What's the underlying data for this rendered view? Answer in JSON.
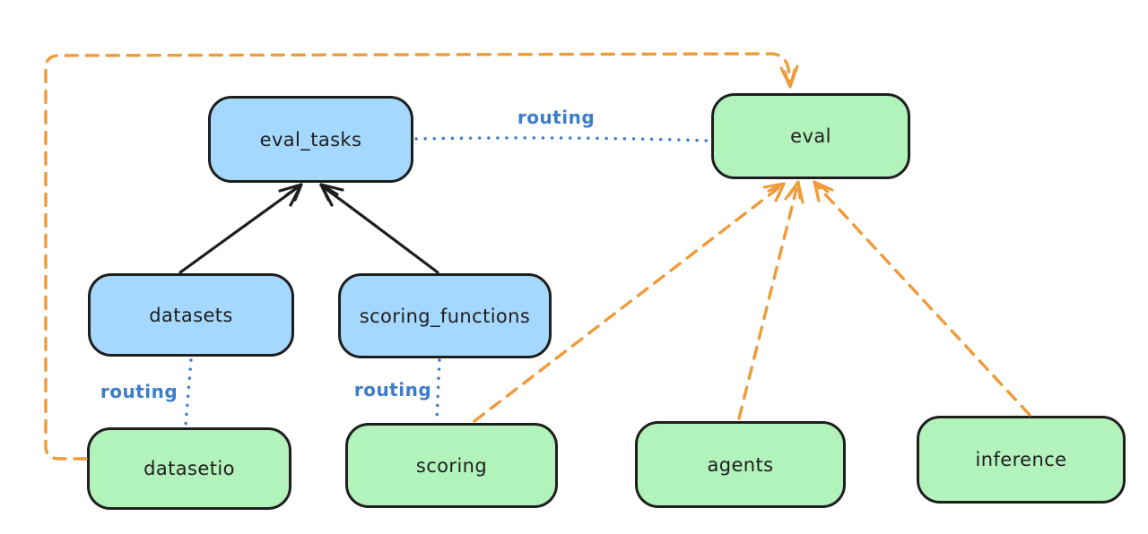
{
  "diagram": {
    "background": "#ffffff",
    "colors": {
      "node_blue_fill": "#a5d8ff",
      "node_green_fill": "#b2f2bb",
      "node_stroke": "#1e1e1e",
      "edge_black": "#1e1e1e",
      "edge_blue": "#3c7dc9",
      "edge_orange": "#ee9b3a",
      "label_blue": "#3c7dc9"
    },
    "nodes": [
      {
        "id": "eval_tasks",
        "label": "eval_tasks",
        "fill": "blue"
      },
      {
        "id": "eval",
        "label": "eval",
        "fill": "green"
      },
      {
        "id": "datasets",
        "label": "datasets",
        "fill": "blue"
      },
      {
        "id": "scoring_functions",
        "label": "scoring_functions",
        "fill": "blue"
      },
      {
        "id": "datasetio",
        "label": "datasetio",
        "fill": "green"
      },
      {
        "id": "scoring",
        "label": "scoring",
        "fill": "green"
      },
      {
        "id": "agents",
        "label": "agents",
        "fill": "green"
      },
      {
        "id": "inference",
        "label": "inference",
        "fill": "green"
      }
    ],
    "edges": [
      {
        "from": "datasets",
        "to": "eval_tasks",
        "style": "solid",
        "color": "black",
        "arrow": true,
        "label": ""
      },
      {
        "from": "scoring_functions",
        "to": "eval_tasks",
        "style": "solid",
        "color": "black",
        "arrow": true,
        "label": ""
      },
      {
        "from": "eval_tasks",
        "to": "eval",
        "style": "dotted",
        "color": "blue",
        "arrow": false,
        "label": "routing"
      },
      {
        "from": "datasets",
        "to": "datasetio",
        "style": "dotted",
        "color": "blue",
        "arrow": false,
        "label": "routing"
      },
      {
        "from": "scoring_functions",
        "to": "scoring",
        "style": "dotted",
        "color": "blue",
        "arrow": false,
        "label": "routing"
      },
      {
        "from": "datasetio",
        "to": "eval",
        "style": "dashed",
        "color": "orange",
        "arrow": true,
        "label": ""
      },
      {
        "from": "scoring",
        "to": "eval",
        "style": "dashed",
        "color": "orange",
        "arrow": true,
        "label": ""
      },
      {
        "from": "agents",
        "to": "eval",
        "style": "dashed",
        "color": "orange",
        "arrow": true,
        "label": ""
      },
      {
        "from": "inference",
        "to": "eval",
        "style": "dashed",
        "color": "orange",
        "arrow": true,
        "label": ""
      }
    ]
  }
}
